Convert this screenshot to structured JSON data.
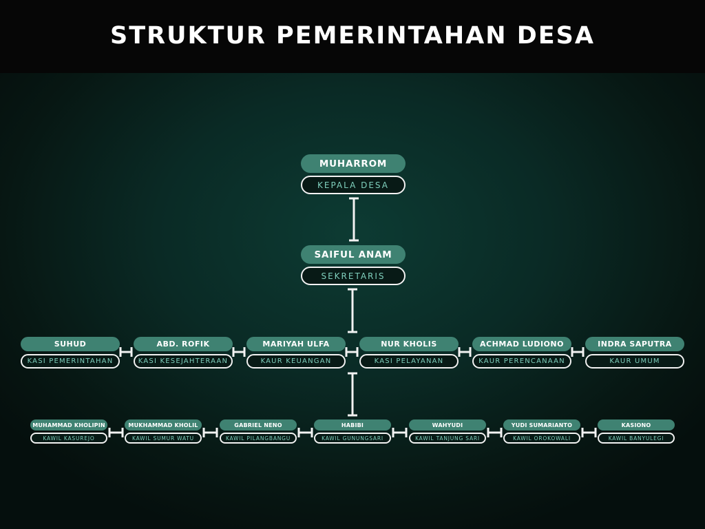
{
  "title": "STRUKTUR PEMERINTAHAN DESA",
  "colors": {
    "name_fill": "#3f8272",
    "role_text": "#7fd0bd",
    "outline": "#f2f2f2",
    "header_bg": "#060606"
  },
  "kepala": {
    "name": "MUHARROM",
    "role": "KEPALA DESA"
  },
  "sekretaris": {
    "name": "SAIFUL ANAM",
    "role": "SEKRETARIS"
  },
  "staff": [
    {
      "name": "SUHUD",
      "role": "KASI PEMERINTAHAN"
    },
    {
      "name": "ABD. ROFIK",
      "role": "KASI KESEJAHTERAAN"
    },
    {
      "name": "MARIYAH ULFA",
      "role": "KAUR KEUANGAN"
    },
    {
      "name": "NUR KHOLIS",
      "role": "KASI PELAYANAN"
    },
    {
      "name": "ACHMAD LUDIONO",
      "role": "KAUR PERENCANAAN"
    },
    {
      "name": "INDRA SAPUTRA",
      "role": "KAUR UMUM"
    }
  ],
  "kawil": [
    {
      "name": "MUHAMMAD KHOLIPIN",
      "role": "KAWIL KASUREJO"
    },
    {
      "name": "MUKHAMMAD KHOLIL",
      "role": "KAWIL SUMUR WATU"
    },
    {
      "name": "GABRIEL NENO",
      "role": "KAWIL PILANGBANGU"
    },
    {
      "name": "HABIBI",
      "role": "KAWIL GUNUNGSARI"
    },
    {
      "name": "WAHYUDI",
      "role": "KAWIL TANJUNG SARI"
    },
    {
      "name": "YUDI SUMARIANTO",
      "role": "KAWIL OROKOWALI"
    },
    {
      "name": "KASIONO",
      "role": "KAWIL BANYULEGI"
    }
  ]
}
